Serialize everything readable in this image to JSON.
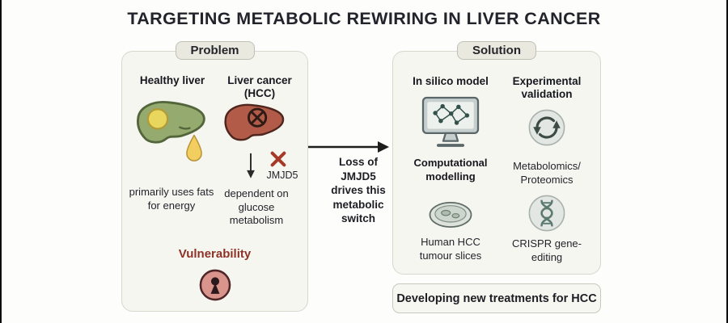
{
  "title": "TARGETING METABOLIC REWIRING IN LIVER CANCER",
  "problem": {
    "label": "Problem",
    "healthy_heading": "Healthy liver",
    "healthy_caption": "primarily uses fats for energy",
    "cancer_heading": "Liver cancer (HCC)",
    "gene_label": "JMJD5",
    "cancer_caption": "dependent on glucose metabolism",
    "vulnerability_label": "Vulnerability"
  },
  "transition": {
    "caption": "Loss of JMJD5 drives this metabolic switch"
  },
  "solution": {
    "label": "Solution",
    "insilico_heading": "In silico model",
    "insilico_caption": "Computational modelling",
    "experimental_heading": "Experimental validation",
    "experimental_caption": "Metabolomics/ Proteomics",
    "slices_caption": "Human HCC tumour slices",
    "crispr_caption": "CRISPR gene-editing"
  },
  "outcome": {
    "label": "Developing new treatments for HCC"
  },
  "icons": {
    "healthy_liver": "healthy-liver-icon",
    "fat_droplet": "fat-droplet-icon",
    "cancer_liver": "cancer-liver-icon",
    "jmjd5_loss": "circle-cross-icon",
    "metabolic_switch": "red-x-icon",
    "dependency": "down-arrow-icon",
    "vulnerability": "keyhole-lock-icon",
    "flow": "right-arrow-icon",
    "in_silico": "monitor-network-icon",
    "experimental": "cycle-arrows-icon",
    "tumour_slices": "petri-dish-icon",
    "crispr": "dna-helix-icon"
  },
  "colors": {
    "background": "#fdfdfb",
    "panel_background": "#f6f6f1",
    "panel_border": "#d7d7cc",
    "title_text": "#22232b",
    "healthy_liver_green": "#94aa6f",
    "cancer_liver_red": "#b25b49",
    "fat_droplet_yellow": "#f2cd5f",
    "vulnerability_red": "#8e3226",
    "lock_pink": "#d9948c"
  }
}
